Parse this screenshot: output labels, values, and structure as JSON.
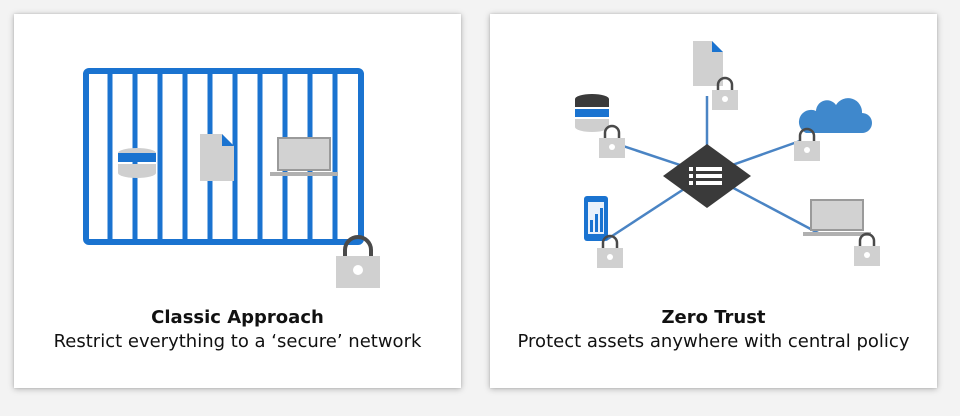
{
  "panels": {
    "classic": {
      "title": "Classic Approach",
      "subtitle": "Restrict everything to a ‘secure’ network"
    },
    "zero_trust": {
      "title": "Zero Trust",
      "subtitle": "Protect assets anywhere with central policy"
    }
  },
  "colors": {
    "accent_blue": "#1a73d0",
    "cloud_blue": "#3f88cc",
    "hub_dark": "#3a3a3a",
    "lock_gray": "#cfcfcf",
    "device_gray": "#bdbdbd"
  },
  "icons": [
    "database-icon",
    "document-icon",
    "laptop-icon",
    "lock-icon",
    "cloud-icon",
    "phone-icon",
    "policy-hub-icon"
  ]
}
